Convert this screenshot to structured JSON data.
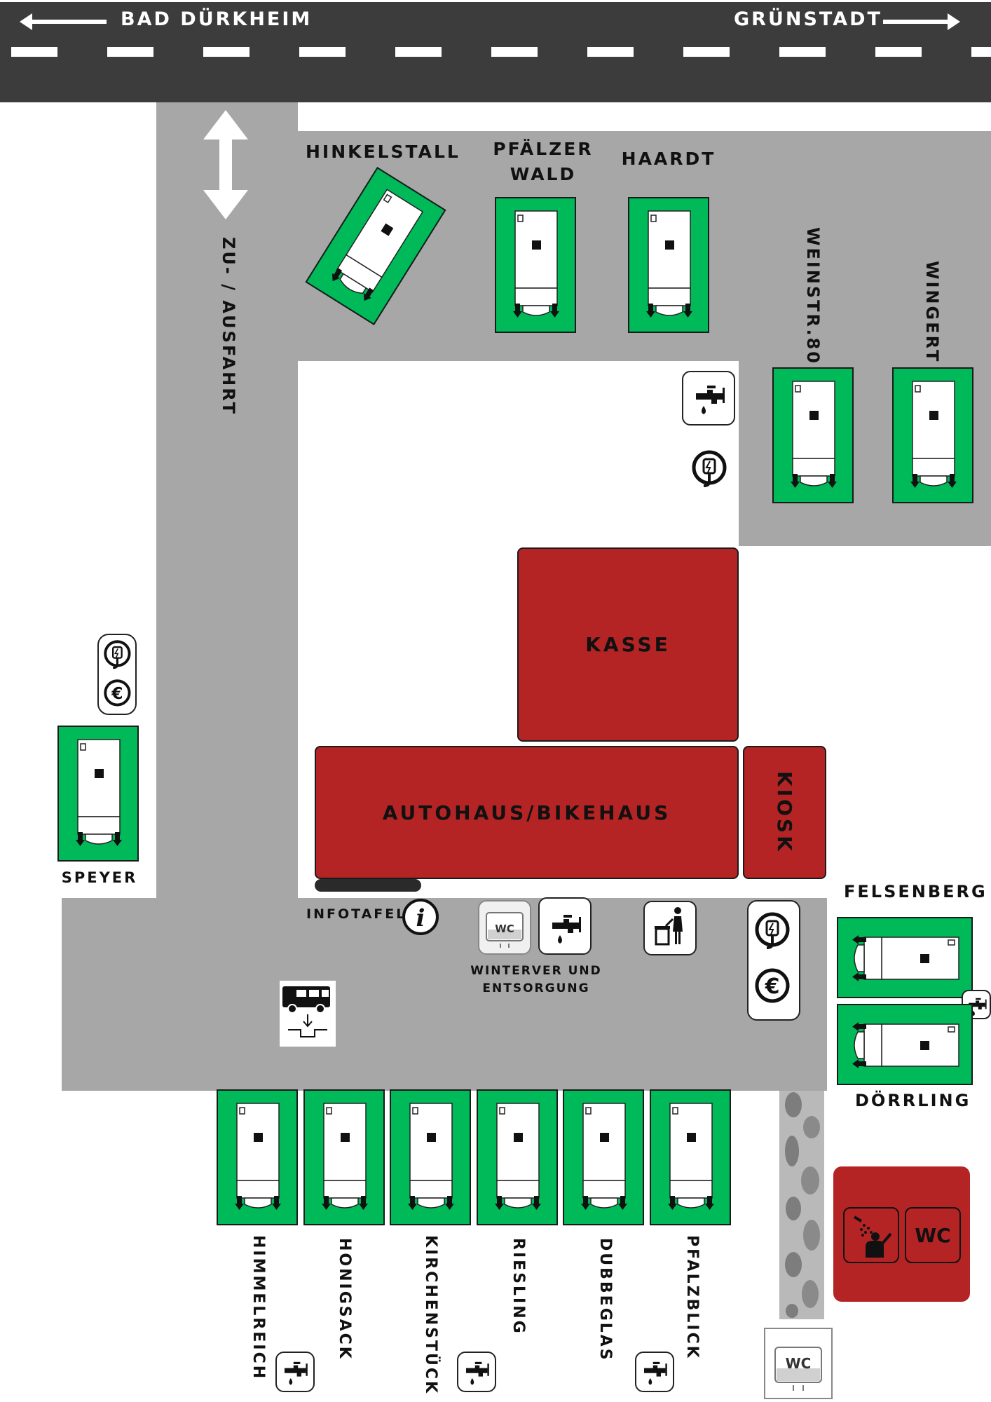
{
  "road": {
    "left_destination": "BAD DÜRKHEIM",
    "right_destination": "GRÜNSTADT"
  },
  "entrance_label": "ZU- / AUSFAHRT",
  "pitches": {
    "hinkelstall": "HINKELSTALL",
    "pfaelzer_wald_line1": "PFÄLZER",
    "pfaelzer_wald_line2": "WALD",
    "haardt": "HAARDT",
    "weinstr80": "WEINSTR.80",
    "wingert": "WINGERT",
    "speyer": "SPEYER",
    "felsenberg": "FELSENBERG",
    "doerrling": "DÖRRLING",
    "himmelreich": "HIMMELREICH",
    "honigsack": "HONIGSACK",
    "kirchenstueck": "KIRCHENSTÜCK",
    "riesling": "RIESLING",
    "dubbeglas": "DUBBEGLAS",
    "pfalzblick": "PFALZBLICK"
  },
  "buildings": {
    "kasse": "KASSE",
    "autohaus": "AUTOHAUS/BIKEHAUS",
    "kiosk": "KIOSK"
  },
  "facilities": {
    "infotafel": "INFOTAFEL",
    "winterver_line1": "WINTERVER UND",
    "winterver_line2": "ENTSORGUNG",
    "wc": "WC",
    "wc_small": "WC"
  },
  "icons": [
    "water-tap-icon",
    "power-plug-icon",
    "euro-coin-icon",
    "info-icon",
    "trash-bin-icon",
    "camper-dump-station-icon",
    "shower-icon",
    "chemical-toilet-icon",
    "double-arrow-icon"
  ],
  "colors": {
    "road": "#3c3c3c",
    "paving": "#a7a7a7",
    "pitch": "#00b959",
    "building": "#b42424"
  }
}
